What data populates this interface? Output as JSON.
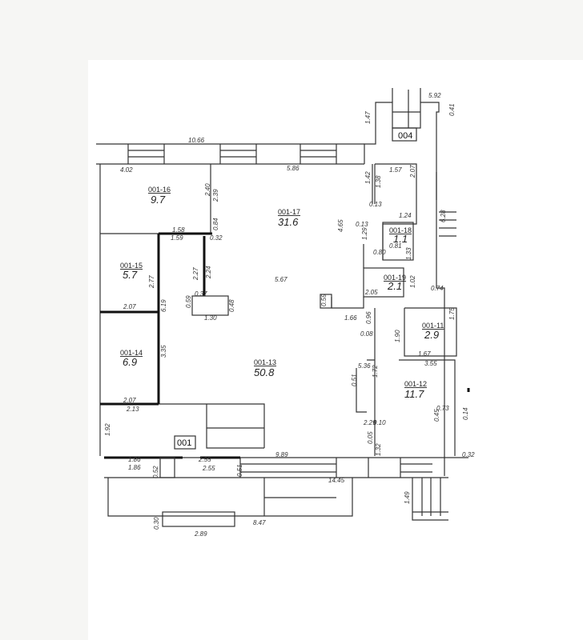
{
  "plan": {
    "labels": {
      "stair": "004",
      "entrance": "001"
    },
    "rooms": [
      {
        "id": "001-16",
        "area": "9.7"
      },
      {
        "id": "001-17",
        "area": "31.6"
      },
      {
        "id": "001-15",
        "area": "5.7"
      },
      {
        "id": "001-14",
        "area": "6.9"
      },
      {
        "id": "001-13",
        "area": "50.8"
      },
      {
        "id": "001-18",
        "area": "1.1"
      },
      {
        "id": "001-19",
        "area": "2.1"
      },
      {
        "id": "001-11",
        "area": "2.9"
      },
      {
        "id": "001-12",
        "area": "11.7"
      }
    ],
    "dims": [
      "10.66",
      "4.02",
      "5.86",
      "2.40",
      "2.39",
      "1.58",
      "1.59",
      "0.84",
      "0.32",
      "2.77",
      "2.27",
      "2.24",
      "5.67",
      "0.37",
      "0.59",
      "1.30",
      "0.48",
      "2.07",
      "6.19",
      "3.35",
      "2.07",
      "2.13",
      "1.92",
      "1.86",
      "1.86",
      "0.52",
      "2.55",
      "2.55",
      "0.51",
      "9.89",
      "14.45",
      "0.30",
      "2.89",
      "8.47",
      "5.92",
      "1.47",
      "0.41",
      "1.42",
      "1.38",
      "0.13",
      "1.57",
      "2.07",
      "4.65",
      "1.24",
      "0.13",
      "1.29",
      "0.80",
      "0.81",
      "1.33",
      "6.28",
      "1.02",
      "2.05",
      "0.74",
      "0.59",
      "1.66",
      "0.96",
      "0.08",
      "1.90",
      "1.75",
      "1.67",
      "3.55",
      "1.72",
      "5.36",
      "0.51",
      "0.73",
      "0.45",
      "0.14",
      "2.29",
      "0.10",
      "0.05",
      "1.32",
      "0.32",
      "1.49"
    ]
  }
}
